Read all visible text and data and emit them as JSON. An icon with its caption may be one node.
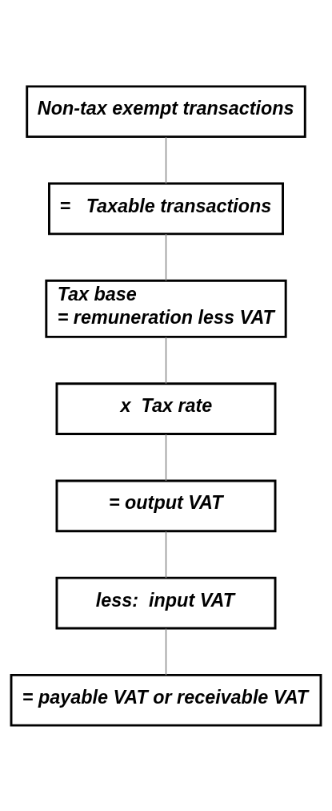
{
  "diagram": {
    "nodes": [
      {
        "text": [
          "Non-tax exempt transactions"
        ]
      },
      {
        "text": [
          "=   Taxable transactions"
        ]
      },
      {
        "text": [
          "Tax base",
          "= remuneration less VAT"
        ]
      },
      {
        "text": [
          "x  Tax rate"
        ]
      },
      {
        "text": [
          "= output VAT"
        ]
      },
      {
        "text": [
          "less:  input VAT"
        ]
      },
      {
        "text": [
          "= payable VAT or receivable VAT"
        ]
      }
    ],
    "edges": [
      {
        "from": 0,
        "to": 1,
        "arrow": "none"
      },
      {
        "from": 1,
        "to": 2,
        "arrow": "none"
      },
      {
        "from": 2,
        "to": 3,
        "arrow": "none"
      },
      {
        "from": 3,
        "to": 4,
        "arrow": "none"
      },
      {
        "from": 4,
        "to": 5,
        "arrow": "none"
      },
      {
        "from": 5,
        "to": 6,
        "arrow": "none"
      }
    ]
  }
}
